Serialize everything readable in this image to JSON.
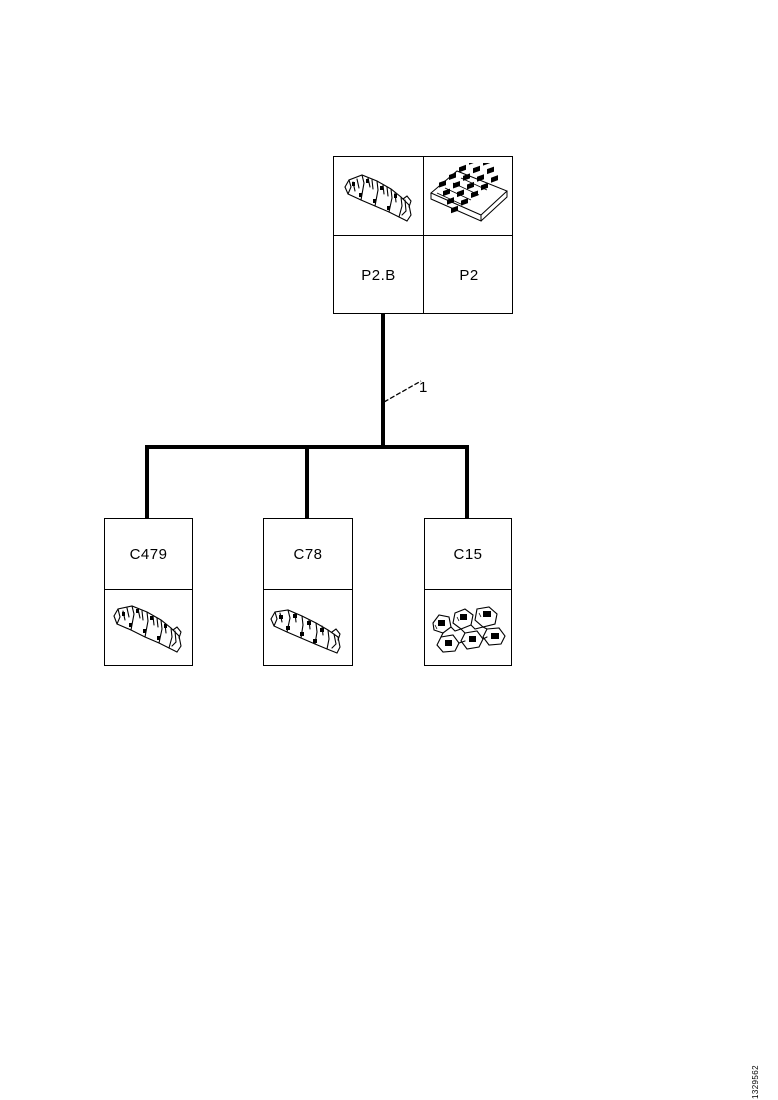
{
  "diagram": {
    "type": "connector-hierarchy-tree",
    "callout": {
      "label": "1"
    },
    "document_id": "1329562",
    "parent_group": {
      "name": "parent-connector-group",
      "cells": [
        {
          "label": "P2.B",
          "art": "harness-connector-strip"
        },
        {
          "label": "P2",
          "art": "fuse-relay-panel"
        }
      ]
    },
    "children": [
      {
        "label": "C479",
        "art": "harness-connector-strip"
      },
      {
        "label": "C78",
        "art": "inline-connector-block"
      },
      {
        "label": "C15",
        "art": "multi-connector-cluster"
      }
    ]
  }
}
